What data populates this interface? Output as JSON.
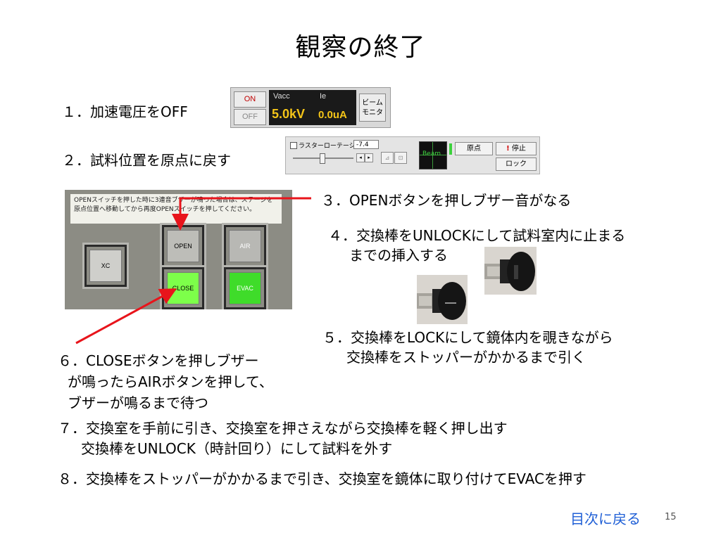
{
  "slide": {
    "title": "観察の終了",
    "page_number": "15",
    "back_link": "目次に戻る"
  },
  "steps": {
    "s1": "１．加速電圧をOFF",
    "s2": "２．試料位置を原点に戻す",
    "s3": "３．OPENボタンを押しブザー音がなる",
    "s4_line1": "４．交換棒をUNLOCKにして試料室内に止まる",
    "s4_line2": "までの挿入する",
    "s5_line1": "５．交換棒をLOCKにして鏡体内を覗きながら",
    "s5_line2": "交換棒をストッパーがかかるまで引く",
    "s6_line1": "６．CLOSEボタンを押しブザー",
    "s6_line2": "が鳴ったらAIRボタンを押して、",
    "s6_line3": "ブザーが鳴るまで待つ",
    "s7_line1": "７．交換室を手前に引き、交換室を押さえながら交換棒を軽く押し出す",
    "s7_line2": "交換棒をUNLOCK（時計回り）にして試料を外す",
    "s8": "８．交換棒をストッパーがかかるまで引き、交換室を鏡体に取り付けてEVACを押す"
  },
  "hv_panel": {
    "on_label": "ON",
    "off_label": "OFF",
    "vacc_label": "Vacc",
    "ie_label": "Ie",
    "vacc_value": "5.0kV",
    "ie_value": "0.0uA",
    "beam_monitor_line1": "ビーム",
    "beam_monitor_line2": "モニタ"
  },
  "stage_panel": {
    "raster_label": "ラスターローテーション",
    "raster_value": "-7.4",
    "beam_label": "Beam",
    "origin_label": "原点",
    "stop_label": "停止",
    "lock_label": "ロック"
  },
  "button_panel": {
    "notice_line1": "OPENスイッチを押した時に3連音ブザーが鳴った場合は、ステージを",
    "notice_line2": "原点位置へ移動してから再度OPENスイッチを押してください。",
    "xc": "XC",
    "open": "OPEN",
    "air": "AIR",
    "close": "CLOSE",
    "evac": "EVAC"
  },
  "colors": {
    "arrow": "#e8141b",
    "link": "#1f5fd6",
    "lit_button": "#7dff4a",
    "readout": "#f5c518"
  }
}
